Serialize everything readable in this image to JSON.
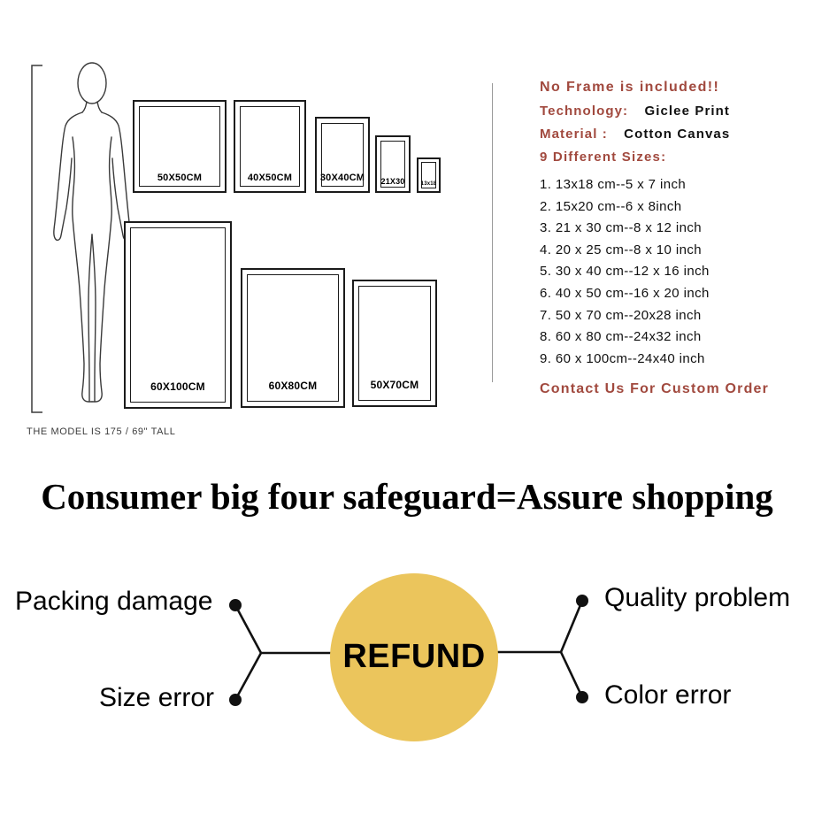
{
  "colors": {
    "accent_maroon": "#A1493E",
    "refund_gold": "#EBC55C",
    "line_black": "#111111"
  },
  "size_diagram": {
    "model_note": "THE MODEL IS 175 / 69\" TALL"
  },
  "frames": {
    "top": [
      {
        "label": "50X50CM"
      },
      {
        "label": "40X50CM"
      },
      {
        "label": "30X40CM"
      },
      {
        "label": "21X30"
      },
      {
        "label": "13x18"
      }
    ],
    "bottom": [
      {
        "label": "60X100CM"
      },
      {
        "label": "60X80CM"
      },
      {
        "label": "50X70CM"
      }
    ]
  },
  "details": {
    "no_frame": "No Frame is included!!",
    "technology_label": "Technology:",
    "technology_value": "Giclee Print",
    "material_label": "Material :",
    "material_value": "Cotton Canvas",
    "sizes_heading": "9 Different Sizes:",
    "sizes": [
      "1.  13x18 cm--5 x 7 inch",
      "2.  15x20 cm--6 x 8inch",
      "3.  21 x 30 cm--8 x 12 inch",
      "4.  20 x 25 cm--8 x 10 inch",
      "5.  30 x 40 cm--12 x 16 inch",
      "6.  40 x 50 cm--16 x 20 inch",
      "7.  50 x 70 cm--20x28 inch",
      "8.  60 x 80 cm--24x32 inch",
      "9.  60 x 100cm--24x40 inch"
    ],
    "contact": "Contact Us For Custom Order"
  },
  "headline": "Consumer big four safeguard=Assure shopping",
  "refund": {
    "center_label": "REFUND",
    "circle_color": "#EBC55C",
    "top_left": "Packing damage",
    "bottom_left": "Size error",
    "top_right": "Quality problem",
    "bottom_right": "Color error"
  }
}
